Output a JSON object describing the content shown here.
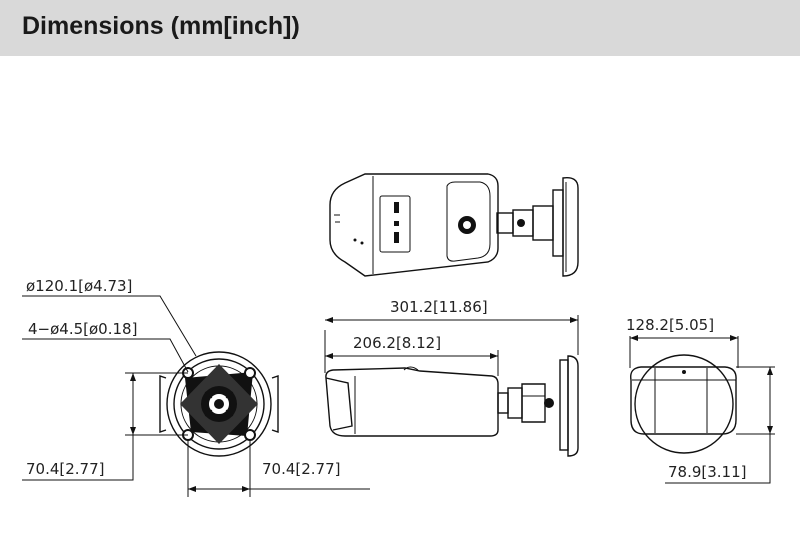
{
  "header": {
    "title": "Dimensions (mm[inch])"
  },
  "dimensions": {
    "base_diameter": "ø120.1[ø4.73]",
    "mount_holes": "4−ø4.5[ø0.18]",
    "base_height": "70.4[2.77]",
    "base_width": "70.4[2.77]",
    "total_length": "301.2[11.86]",
    "body_length": "206.2[8.12]",
    "front_width": "128.2[5.05]",
    "front_height": "78.9[3.11]"
  }
}
